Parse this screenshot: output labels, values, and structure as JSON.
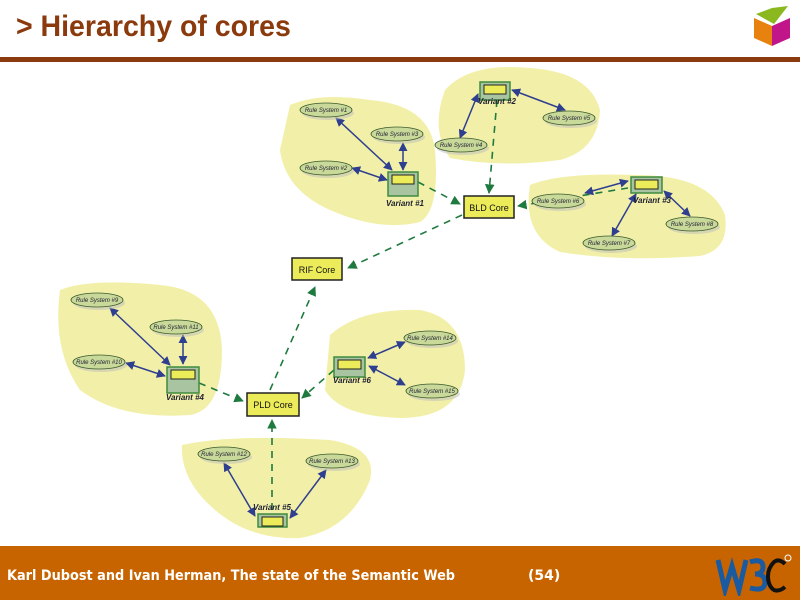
{
  "header": {
    "title": "> Hierarchy of cores"
  },
  "footer": {
    "text": "Karl Dubost and Ivan Herman, The state of the Semantic Web",
    "page": "(54)",
    "w3c_logo": "W3C"
  },
  "diagram": {
    "cores": {
      "rif": "RIF Core",
      "bld": "BLD Core",
      "pld": "PLD Core"
    },
    "variants": [
      "Variant #1",
      "Variant #2",
      "Variant #3",
      "Variant #4",
      "Variant #5",
      "Variant #6"
    ],
    "rule_systems": [
      "Rule System #1",
      "Rule System #2",
      "Rule System #3",
      "Rule System #4",
      "Rule System #5",
      "Rule System #6",
      "Rule System #7",
      "Rule System #8",
      "Rule System #9",
      "Rule System #10",
      "Rule System #11",
      "Rule System #12",
      "Rule System #13",
      "Rule System #14",
      "Rule System #15"
    ],
    "colors": {
      "blob": "#f2f0a8",
      "node": "#c9d99a",
      "variant_box": "#a8c4a0",
      "core_fill": "#ecec5a",
      "arrow_blue": "#2f3f8f",
      "arrow_green": "#1f7a3f"
    }
  }
}
